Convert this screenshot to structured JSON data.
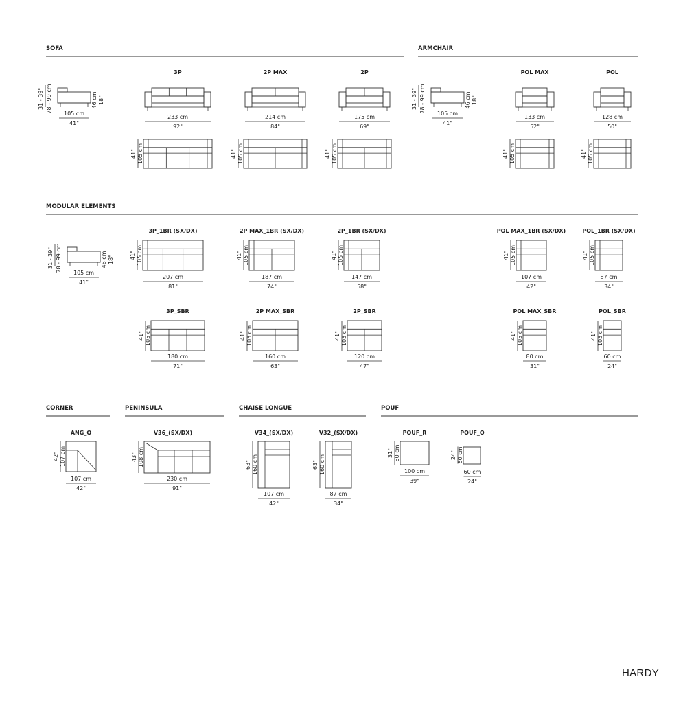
{
  "brand": "HARDY",
  "sections": {
    "sofa": "SOFA",
    "armchair": "ARMCHAIR",
    "modular": "MODULAR ELEMENTS",
    "corner": "CORNER",
    "peninsula": "PENINSULA",
    "chaise": "CHAISE LONGUE",
    "pouf": "POUF"
  },
  "side_views": {
    "sofa": {
      "h_range_in": "31 - 39\"",
      "h_range_cm": "78 - 99 cm",
      "seat_cm": "46 cm",
      "seat_in": "18\"",
      "depth_cm": "105 cm",
      "depth_in": "41\""
    },
    "armchair": {
      "h_range_in": "31 - 39\"",
      "h_range_cm": "78 - 99 cm",
      "seat_cm": "46 cm",
      "seat_in": "18\"",
      "depth_cm": "105 cm",
      "depth_in": "41\""
    },
    "modular": {
      "h_range_in": "31 - 39\"",
      "h_range_cm": "78 - 99 cm",
      "seat_cm": "46 cm",
      "seat_in": "18\"",
      "depth_cm": "105 cm",
      "depth_in": "41\""
    }
  },
  "models": {
    "sofa_3p": {
      "name": "3P",
      "w_cm": "233 cm",
      "w_in": "92\"",
      "d_cm": "105 cm",
      "d_in": "41\""
    },
    "sofa_2pmax": {
      "name": "2P MAX",
      "w_cm": "214 cm",
      "w_in": "84\"",
      "d_cm": "105 cm",
      "d_in": "41\""
    },
    "sofa_2p": {
      "name": "2P",
      "w_cm": "175 cm",
      "w_in": "69\"",
      "d_cm": "105 cm",
      "d_in": "41\""
    },
    "arm_polmax": {
      "name": "POL MAX",
      "w_cm": "133 cm",
      "w_in": "52\"",
      "d_cm": "105 cm",
      "d_in": "41\""
    },
    "arm_pol": {
      "name": "POL",
      "w_cm": "128 cm",
      "w_in": "50\"",
      "d_cm": "105 cm",
      "d_in": "41\""
    },
    "m_3p_1br": {
      "name": "3P_1BR (SX/DX)",
      "w_cm": "207 cm",
      "w_in": "81\"",
      "d_cm": "105 cm",
      "d_in": "41\""
    },
    "m_2pmax_1br": {
      "name": "2P MAX_1BR (SX/DX)",
      "w_cm": "187 cm",
      "w_in": "74\"",
      "d_cm": "105 cm",
      "d_in": "41\""
    },
    "m_2p_1br": {
      "name": "2P_1BR (SX/DX)",
      "w_cm": "147 cm",
      "w_in": "58\"",
      "d_cm": "105 cm",
      "d_in": "41\""
    },
    "m_polmax_1br": {
      "name": "POL MAX_1BR (SX/DX)",
      "w_cm": "107 cm",
      "w_in": "42\"",
      "d_cm": "105 cm",
      "d_in": "41\""
    },
    "m_pol_1br": {
      "name": "POL_1BR (SX/DX)",
      "w_cm": "87 cm",
      "w_in": "34\"",
      "d_cm": "105 cm",
      "d_in": "41\""
    },
    "m_3p_sbr": {
      "name": "3P_SBR",
      "w_cm": "180 cm",
      "w_in": "71\"",
      "d_cm": "105 cm",
      "d_in": "41\""
    },
    "m_2pmax_sbr": {
      "name": "2P MAX_SBR",
      "w_cm": "160 cm",
      "w_in": "63\"",
      "d_cm": "105 cm",
      "d_in": "41\""
    },
    "m_2p_sbr": {
      "name": "2P_SBR",
      "w_cm": "120 cm",
      "w_in": "47\"",
      "d_cm": "105 cm",
      "d_in": "41\""
    },
    "m_polmax_sbr": {
      "name": "POL MAX_SBR",
      "w_cm": "80 cm",
      "w_in": "31\"",
      "d_cm": "105 cm",
      "d_in": "41\""
    },
    "m_pol_sbr": {
      "name": "POL_SBR",
      "w_cm": "60 cm",
      "w_in": "24\"",
      "d_cm": "105 cm",
      "d_in": "41\""
    },
    "ang_q": {
      "name": "ANG_Q",
      "w_cm": "107 cm",
      "w_in": "42\"",
      "d_cm": "107 cm",
      "d_in": "42\""
    },
    "v36": {
      "name": "V36_(SX/DX)",
      "w_cm": "230 cm",
      "w_in": "91\"",
      "d_cm": "108 cm",
      "d_in": "43\""
    },
    "v34": {
      "name": "V34_(SX/DX)",
      "w_cm": "107 cm",
      "w_in": "42\"",
      "d_cm": "160 cm",
      "d_in": "63\""
    },
    "v32": {
      "name": "V32_(SX/DX)",
      "w_cm": "87 cm",
      "w_in": "34\"",
      "d_cm": "160 cm",
      "d_in": "63\""
    },
    "pouf_r": {
      "name": "POUF_R",
      "w_cm": "100 cm",
      "w_in": "39\"",
      "d_cm": "80 cm",
      "d_in": "31\""
    },
    "pouf_q": {
      "name": "POUF_Q",
      "w_cm": "60 cm",
      "w_in": "24\"",
      "d_cm": "60 cm",
      "d_in": "24\""
    }
  }
}
